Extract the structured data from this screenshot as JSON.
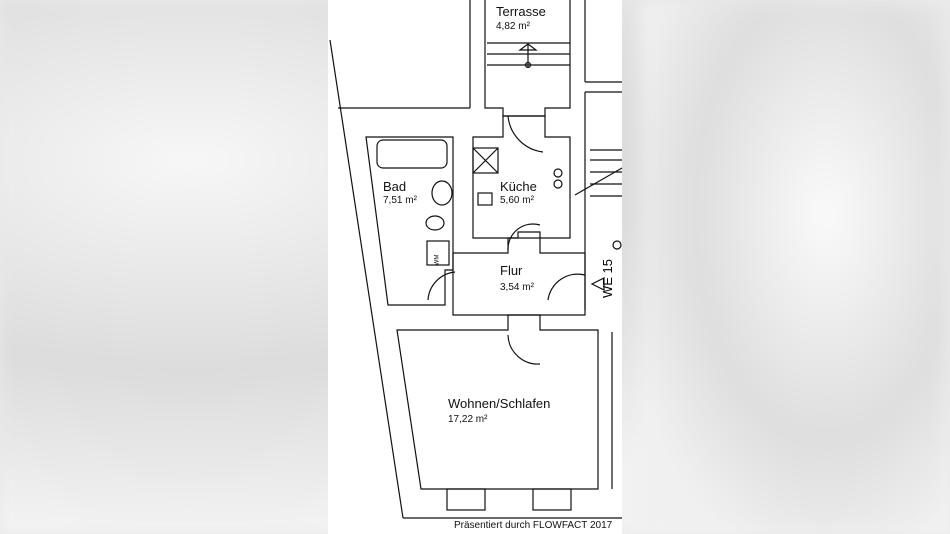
{
  "rooms": {
    "terrasse": {
      "name": "Terrasse",
      "area": "4,82 m²"
    },
    "bad": {
      "name": "Bad",
      "area": "7,51 m²"
    },
    "kueche": {
      "name": "Küche",
      "area": "5,60 m²"
    },
    "flur": {
      "name": "Flur",
      "area": "3,54 m²"
    },
    "wohnen": {
      "name": "Wohnen/Schlafen",
      "area": "17,22 m²"
    }
  },
  "unit_label": "WE 15",
  "washer_label": "WM",
  "credit": "Präsentiert durch FLOWFACT 2017"
}
